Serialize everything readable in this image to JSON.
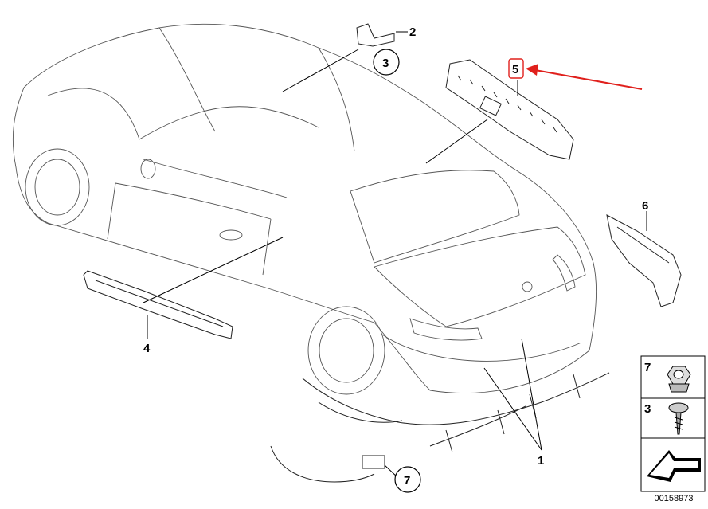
{
  "diagram": {
    "id": "00158973",
    "parts": [
      {
        "number": "1",
        "label": "1"
      },
      {
        "number": "2",
        "label": "2"
      },
      {
        "number": "3",
        "label": "3"
      },
      {
        "number": "4",
        "label": "4"
      },
      {
        "number": "5",
        "label": "5"
      },
      {
        "number": "6",
        "label": "6"
      },
      {
        "number": "7",
        "label": "7"
      }
    ],
    "highlighted_part": "5",
    "highlight_color": "#e0201c",
    "line_color": "#000000",
    "legend": [
      {
        "number": "7",
        "icon": "hex-nut-icon"
      },
      {
        "number": "3",
        "icon": "screw-icon"
      },
      {
        "number": "",
        "icon": "arrow-icon"
      }
    ]
  }
}
